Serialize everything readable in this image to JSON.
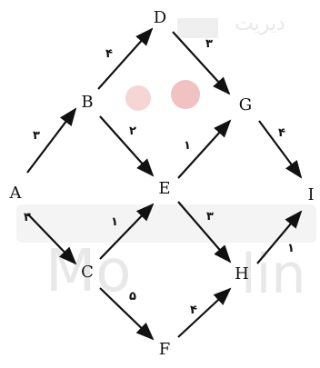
{
  "watermark": {
    "site_text": "دیریت",
    "brand_text": "Mo",
    "brand_text2": "lin",
    "logo_colors": [
      "#f6d5d5",
      "#f1c2c2",
      "#ececec"
    ]
  },
  "graph": {
    "nodes": [
      {
        "id": "A",
        "label": "A"
      },
      {
        "id": "B",
        "label": "B"
      },
      {
        "id": "C",
        "label": "C"
      },
      {
        "id": "D",
        "label": "D"
      },
      {
        "id": "E",
        "label": "E"
      },
      {
        "id": "F",
        "label": "F"
      },
      {
        "id": "G",
        "label": "G"
      },
      {
        "id": "H",
        "label": "H"
      },
      {
        "id": "I",
        "label": "I"
      }
    ],
    "edges": [
      {
        "from": "A",
        "to": "B",
        "weight": "۳"
      },
      {
        "from": "A",
        "to": "C",
        "weight": "۲"
      },
      {
        "from": "B",
        "to": "D",
        "weight": "۴"
      },
      {
        "from": "B",
        "to": "E",
        "weight": "۲"
      },
      {
        "from": "C",
        "to": "E",
        "weight": "۱"
      },
      {
        "from": "C",
        "to": "F",
        "weight": "۵"
      },
      {
        "from": "D",
        "to": "G",
        "weight": "۳"
      },
      {
        "from": "E",
        "to": "G",
        "weight": "۱"
      },
      {
        "from": "E",
        "to": "H",
        "weight": "۳"
      },
      {
        "from": "F",
        "to": "H",
        "weight": "۴"
      },
      {
        "from": "G",
        "to": "I",
        "weight": "۴"
      },
      {
        "from": "H",
        "to": "I",
        "weight": "۱"
      }
    ],
    "edge_color": "#111111"
  }
}
